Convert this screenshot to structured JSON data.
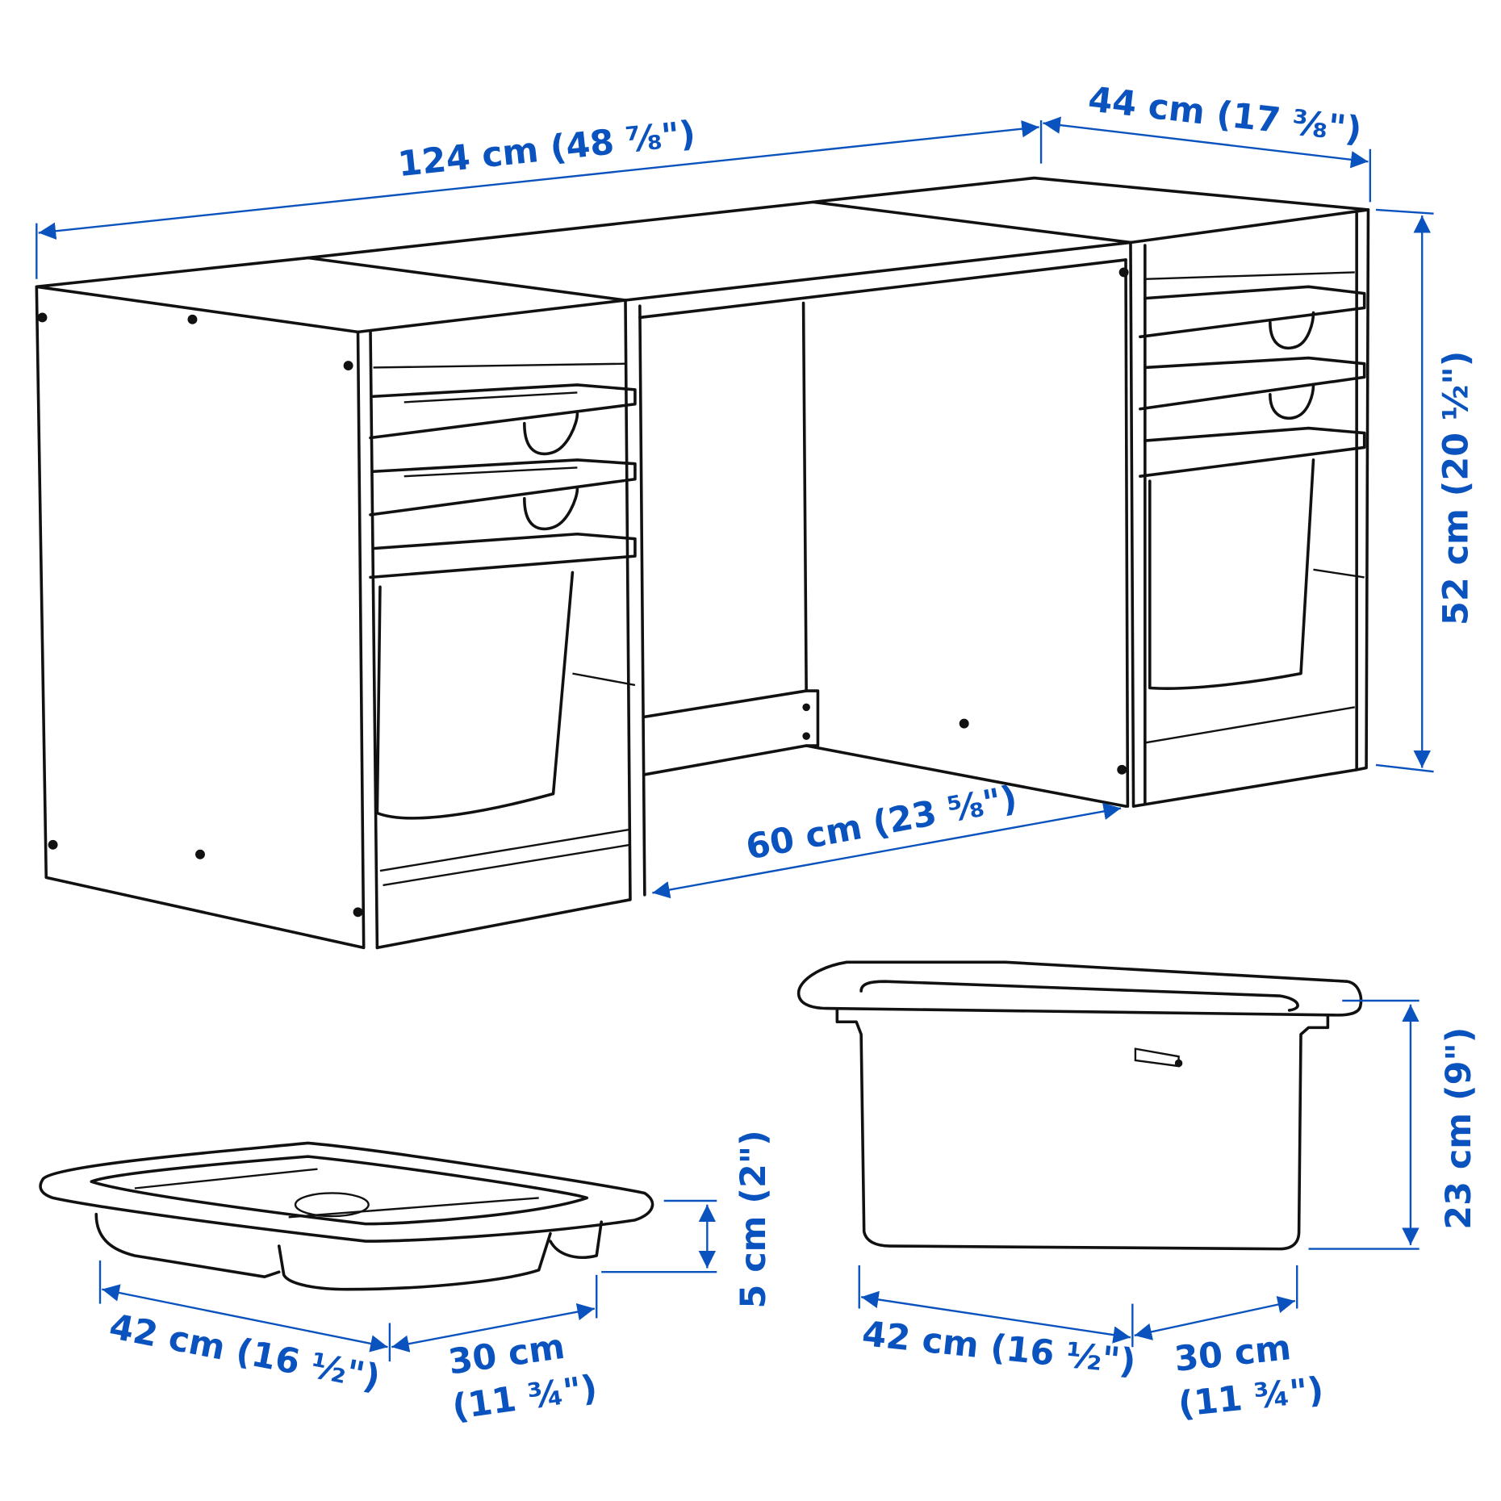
{
  "diagram": {
    "subject": "Storage combination with boxes and trays - dimensions",
    "colors": {
      "dimension": "#0a52be",
      "line": "#111111",
      "background": "#ffffff"
    },
    "units": [
      "cm",
      "inch"
    ]
  },
  "dimensions": {
    "total_width": "124 cm (48 ⅞\")",
    "depth": "44 cm (17 ⅜\")",
    "height": "52 cm (20 ½\")",
    "gap_width": "60 cm (23 ⅝\")",
    "tray_height": "5 cm (2\")",
    "tray_width": "42 cm (16 ½\")",
    "tray_depth_line1": "30 cm",
    "tray_depth_line2": "(11 ¾\")",
    "box_height": "23 cm (9\")",
    "box_width": "42 cm (16 ½\")",
    "box_depth_line1": "30 cm",
    "box_depth_line2": "(11 ¾\")"
  },
  "parts": [
    {
      "name": "left-frame",
      "contents": [
        "tray",
        "tray",
        "box"
      ]
    },
    {
      "name": "table-top",
      "contents": []
    },
    {
      "name": "right-frame",
      "contents": [
        "tray",
        "tray",
        "box"
      ]
    },
    {
      "name": "storage-tray",
      "contents": []
    },
    {
      "name": "storage-box",
      "contents": []
    }
  ]
}
